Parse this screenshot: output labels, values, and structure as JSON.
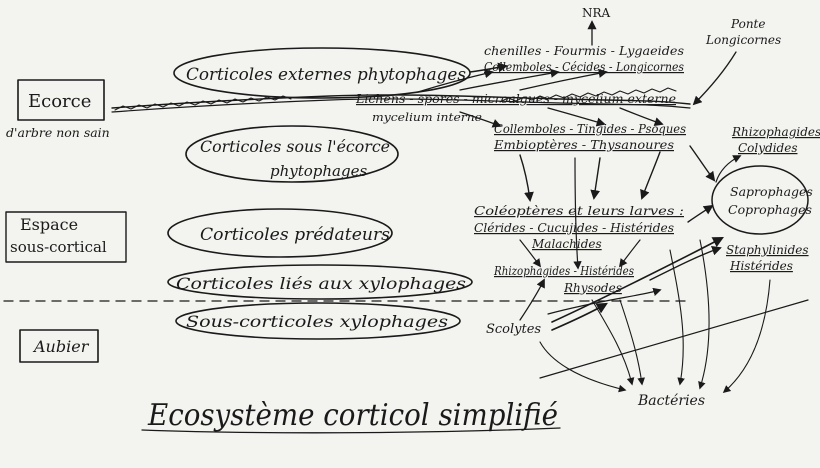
{
  "zones": {
    "ecorce": "Ecorce",
    "ecorce_sub": "d'arbre non sain",
    "espace_1": "Espace",
    "espace_2": "sous-cortical",
    "aubier": "Aubier"
  },
  "groups": {
    "g1": "Corticoles externes phytophages",
    "g2a": "Corticoles sous l'écorce",
    "g2b": "phytophages",
    "g3": "Corticoles prédateurs",
    "g4": "Corticoles liés aux xylophages",
    "g5": "Sous-corticoles xylophages"
  },
  "labels": {
    "nra": "NRA",
    "ponte_1": "Ponte",
    "ponte_2": "Longicornes",
    "l1a": "chenilles - Fourmis - Lygaeides",
    "l1b": "Collemboles - Cécides - Longicornes",
    "lichens": "Lichens - spores - microalgues - mycelium externe",
    "myc_int": "mycelium interne",
    "l2a": "Collemboles - Tingides - Psoques",
    "l2b": "Embioptères - Thysanoures",
    "l3a": "Coléoptères et leurs larves :",
    "l3b": "Clérides - Cucujides - Histérides",
    "l3c": "Malachides",
    "l4a": "Rhizophagides - Histérides",
    "l4b": "Rhysodes",
    "scolytes": "Scolytes",
    "r1a": "Rhizophagides",
    "r1b": "Colydides",
    "sap": "Saprophages",
    "cop": "Coprophages",
    "r3a": "Staphylinides",
    "r3b": "Histérides",
    "bact": "Bactéries"
  },
  "title": "Ecosystème corticol simplifié"
}
